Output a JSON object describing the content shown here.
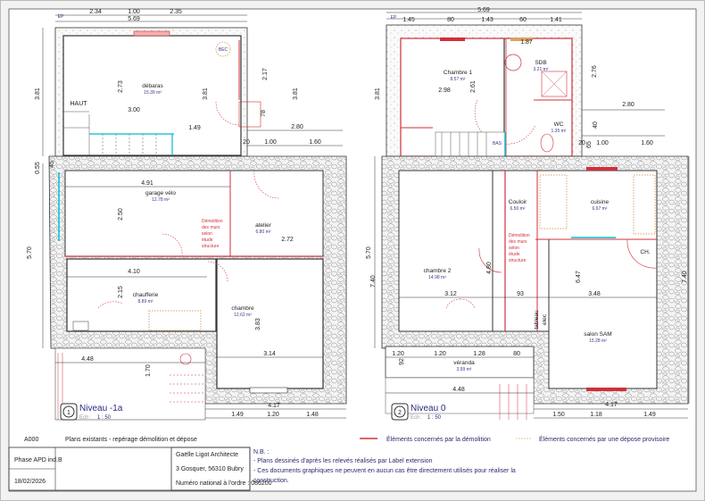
{
  "colors": {
    "demolition": "#d0303a",
    "temporary_removal": "#e0a060",
    "glazing": "#00bcd0",
    "room_area_text": "#3a3a8a",
    "level_title": "#2a2a80"
  },
  "plan_left": {
    "level_number": "1",
    "level_title": "Niveau -1a",
    "scale_label": "Ech :",
    "scale_value": "1 : 50",
    "rooms": [
      {
        "name": "débaras",
        "area": "15.39 m²"
      },
      {
        "name": "garage vélo",
        "area": "12.78 m²"
      },
      {
        "name": "atelier",
        "area": "6.80 m²"
      },
      {
        "name": "chaufferie",
        "area": "8.89 m²"
      },
      {
        "name": "chambre",
        "area": "12.62 m²"
      }
    ],
    "labels": {
      "haut": "HAUT",
      "bec": "BEC",
      "ep": "EP"
    },
    "demolition_note": [
      "Démolition",
      "des murs",
      "selon",
      "étude",
      "structure"
    ],
    "dimensions": [
      "2.34",
      "1.00",
      "2.35",
      "5.69",
      "3.81",
      "2.73",
      "3.81",
      "2.17",
      "78",
      "3.81",
      "3.00",
      "1.49",
      "2.80",
      "20",
      "1.00",
      "1.60",
      "0.55",
      "45",
      "4.91",
      "2.50",
      "2.72",
      "4.10",
      "2.15",
      "3.83",
      "3.14",
      "4.48",
      "1.70",
      "5.70",
      "4.17",
      "1.49",
      "1.20",
      "1.48"
    ]
  },
  "plan_right": {
    "level_number": "2",
    "level_title": "Niveau 0",
    "scale_label": "Ech :",
    "scale_value": "1 : 50",
    "rooms": [
      {
        "name": "Chambre 1",
        "area": "8.57 m²"
      },
      {
        "name": "SDB",
        "area": "3.21 m²"
      },
      {
        "name": "WC",
        "area": "1.35 m²"
      },
      {
        "name": "Couloir",
        "area": "6.50 m²"
      },
      {
        "name": "cuisine",
        "area": "6.97 m²"
      },
      {
        "name": "chambre 2",
        "area": "14.98 m²"
      },
      {
        "name": "salon SAM",
        "area": "15.28 m²"
      },
      {
        "name": "véranda",
        "area": "3.99 m²"
      }
    ],
    "labels": {
      "bas": "BAS",
      "ch": "CH.",
      "tableau": "tableau",
      "elec": "elec",
      "ep": "EP"
    },
    "demolition_note": [
      "Démolition",
      "des murs",
      "selon",
      "étude",
      "structure"
    ],
    "dimensions": [
      "5.69",
      "1.45",
      "80",
      "1.43",
      "60",
      "1.41",
      "1.87",
      "2.98",
      "2.61",
      "3.81",
      "2.76",
      "2.80",
      "40",
      "20",
      "65",
      "1.00",
      "1.60",
      "7.40",
      "4.80",
      "5.70",
      "3.12",
      "93",
      "3.48",
      "6.47",
      "7.40",
      "1.20",
      "1.20",
      "1.28",
      "80",
      "92",
      "4.48",
      "4.17",
      "1.50",
      "1.18",
      "1.49"
    ]
  },
  "title_block": {
    "sheet_number": "A000",
    "sheet_title": "Plans existants - repérage démolition et dépose",
    "legend_demolition": "Éléments concernés par la démolition",
    "legend_temporary": "Éléments concernés par une dépose provisoire",
    "phase": "Phase APD ind.B",
    "date": "18/02/2026",
    "architect_name": "Gaëlle Ligot Architecte",
    "architect_address": "3 Gosquer, 56310 Bubry",
    "architect_number": "Numéro national à l'ordre : 086200",
    "notes_title": "N.B. :",
    "notes": [
      "- Plans dessinés d'après les relevés réalisés par Label extension",
      "- Ces documents graphiques ne peuvent en aucun cas être directement utilisés pour réaliser la",
      "construction."
    ]
  }
}
